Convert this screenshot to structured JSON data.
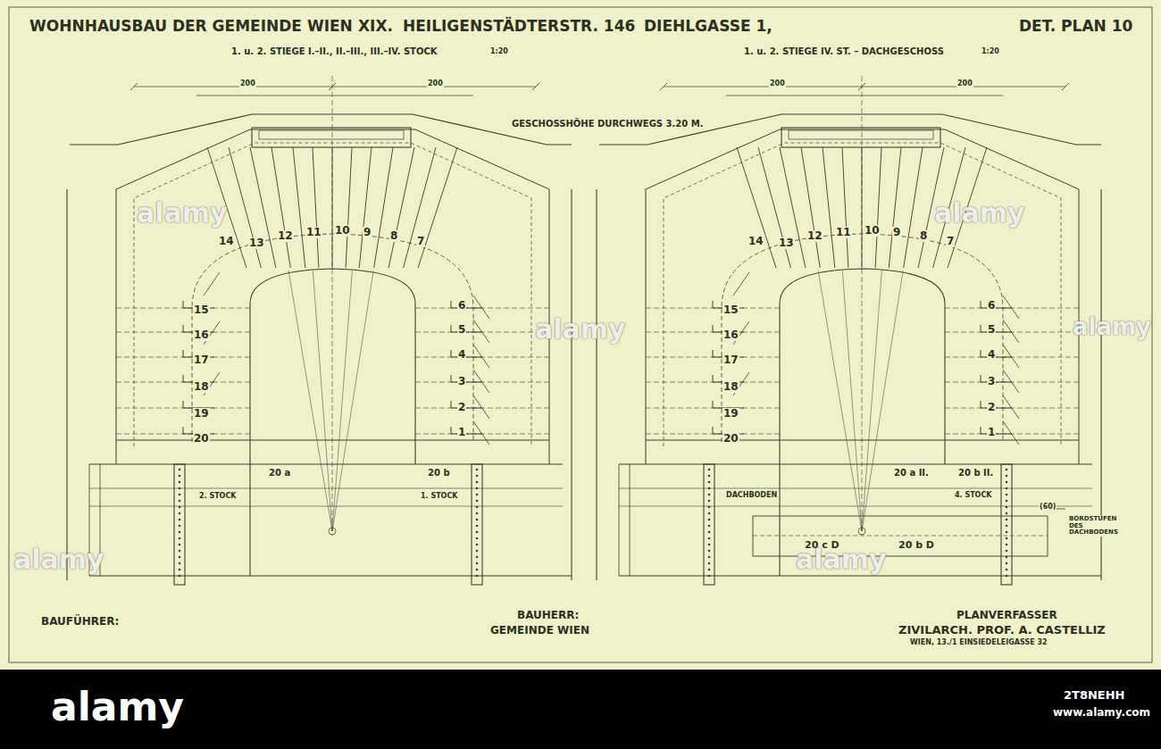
{
  "diagram": {
    "title": "WOHNHAUSBAU DER GEMEINDE WIEN",
    "labels": [
      "XIX.",
      "HEILIGENSTÄDTERSTR. 146",
      "DIEHLGASSE 1,",
      "DET. PLAN 10",
      "1. u. 2. STIEGE I.–II., II.–III., III.–IV. STOCK",
      "1:20",
      "1. u. 2. STIEGE IV. ST. – DACHGESCHOSS",
      "1:20",
      "200",
      "200",
      "200",
      "200",
      "GESCHOSSHÖHE DURCHWEGS 3.20 M.",
      "14",
      "13",
      "12",
      "11",
      "10",
      "9",
      "8",
      "7",
      "6",
      "5",
      "4",
      "3",
      "2",
      "1",
      "15",
      "16",
      "17",
      "18",
      "19",
      "20",
      "20 a",
      "20 b",
      "2. STOCK",
      "1. STOCK",
      "14",
      "13",
      "12",
      "11",
      "10",
      "9",
      "8",
      "7",
      "6",
      "5",
      "4",
      "3",
      "2",
      "1",
      "15",
      "16",
      "17",
      "18",
      "19",
      "20",
      "20 a II.",
      "20 b II.",
      "DACHBODEN",
      "4. STOCK",
      "20 c D",
      "20 b D",
      "(60)",
      "BORDSTUFEN DES DACHBODENS",
      "BAUFÜHRER:",
      "BAUHERR:",
      "GEMEINDE WIEN",
      "PLANVERFASSER",
      "ZIVILARCH. PROF. A. CASTELLIZ",
      "WIEN, 13./1 EINSIEDELEIGASSE 32",
      "alamy",
      "alamy",
      "alamy",
      "alamy",
      "alamy",
      "alamy",
      "alamy",
      "2T8NEHH",
      "www.alamy.com"
    ]
  }
}
